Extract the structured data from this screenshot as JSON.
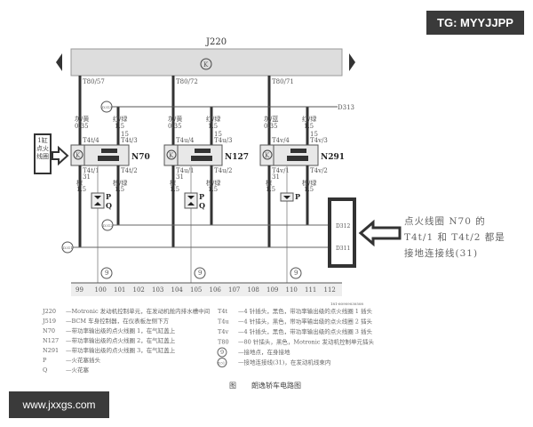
{
  "watermarks": {
    "top": "TG: MYYJJPP",
    "bottom": "www.jxxgs.com"
  },
  "ecu": {
    "label": "J220",
    "symbol": "K"
  },
  "side_label": "1缸点火线圈",
  "connectors": {
    "top": [
      "T80/57",
      "T80/72",
      "T80/71"
    ],
    "ground_bus_top": "D313",
    "d312": "D312",
    "d311": "D311",
    "d313_circle": "D313",
    "d312_circle": "D312",
    "d311_circle": "D311"
  },
  "coils": [
    {
      "name": "N70",
      "wire_a": "灰/黄",
      "gauge_a": "0.35",
      "wire_b": "红/绿",
      "gauge_b": "1.5",
      "pin15": "15",
      "p4": "T4t/4",
      "p3": "T4t/3",
      "p1": "T4t/1",
      "p2": "T4t/2",
      "pin31": "31",
      "wire_c": "棕",
      "gauge_c": "1.5",
      "wire_d": "棕/绿",
      "gauge_d": "1.5"
    },
    {
      "name": "N127",
      "wire_a": "灰/黄",
      "gauge_a": "0.35",
      "wire_b": "红/绿",
      "gauge_b": "1.5",
      "pin15": "15",
      "p4": "T4u/4",
      "p3": "T4u/3",
      "p1": "T4u/1",
      "p2": "T4u/2",
      "pin31": "31",
      "wire_c": "棕",
      "gauge_c": "1.5",
      "wire_d": "棕/绿",
      "gauge_d": "1.5"
    },
    {
      "name": "N291",
      "wire_a": "灰/蓝",
      "gauge_a": "0.35",
      "wire_b": "红/绿",
      "gauge_b": "1.5",
      "pin15": "15",
      "p4": "T4v/4",
      "p3": "T4v/3",
      "p1": "T4v/1",
      "p2": "T4v/2",
      "pin31": "31",
      "wire_c": "棕",
      "gauge_c": "1.5",
      "wire_d": "棕/绿",
      "gauge_d": "1.5"
    }
  ],
  "plugs": {
    "p": "P",
    "q": "Q"
  },
  "ground_point": "9",
  "ruler": [
    "99",
    "100",
    "101",
    "102",
    "103",
    "104",
    "105",
    "106",
    "107",
    "108",
    "109",
    "110",
    "111",
    "112"
  ],
  "part_code": "181-60909030508",
  "annotation": "点火线圈 N70 的 T4t/1 和 T4t/2 都是接地连接线(31)",
  "legend_left": [
    {
      "k": "J220",
      "v": "—Motronic 发动机控制单元，在发动机舱内排水槽中间"
    },
    {
      "k": "J519",
      "v": "—BCM 车身控制器，在仪表板左侧下方"
    },
    {
      "k": "N70",
      "v": "—带功率输出级的点火线圈 1，在气缸盖上"
    },
    {
      "k": "N127",
      "v": "—带功率输出级的点火线圈 2，在气缸盖上"
    },
    {
      "k": "N291",
      "v": "—带功率输出级的点火线圈 3，在气缸盖上"
    },
    {
      "k": "P",
      "v": "—火花塞插头"
    },
    {
      "k": "Q",
      "v": "—火花塞"
    }
  ],
  "legend_right": [
    {
      "k": "T4t",
      "v": "—4 针插头，黑色，带功率输出级的点火线圈 1 插头"
    },
    {
      "k": "T4u",
      "v": "—4 针插头，黑色，带功率输出级的点火线圈 2 插头"
    },
    {
      "k": "T4v",
      "v": "—4 针插头，黑色，带功率输出级的点火线圈 3 插头"
    },
    {
      "k": "T80",
      "v": "—80 针插头，黑色，Motronic 发动机控制单元插头"
    },
    {
      "k": "9",
      "v": "—接地点，在身接地"
    },
    {
      "k": "D311",
      "v": "—接地连接线(31)，在发动机线束内"
    }
  ],
  "caption": {
    "prefix": "图",
    "title": "朗逸轿车电路图"
  }
}
